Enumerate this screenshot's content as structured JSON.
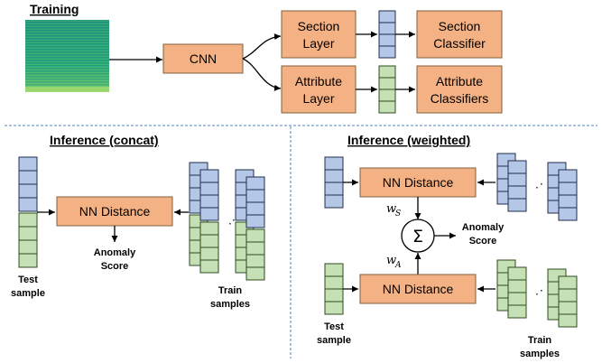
{
  "colors": {
    "box_fill": "#f4b183",
    "blue_vector": "#b4c7e7",
    "green_vector": "#c5e0b4",
    "divider": "#4f81bd",
    "spectrogram": "#1e9a7a"
  },
  "training": {
    "title": "Training",
    "cnn": "CNN",
    "section_layer": [
      "Section",
      "Layer"
    ],
    "section_classifier": [
      "Section",
      "Classifier"
    ],
    "attribute_layer": [
      "Attribute",
      "Layer"
    ],
    "attribute_classifiers": [
      "Attribute",
      "Classifiers"
    ]
  },
  "inference_concat": {
    "title": "Inference (concat)",
    "nn_distance": "NN Distance",
    "anomaly_score": [
      "Anomaly",
      "Score"
    ],
    "test_sample": [
      "Test",
      "sample"
    ],
    "train_samples": [
      "Train",
      "samples"
    ]
  },
  "inference_weighted": {
    "title": "Inference (weighted)",
    "nn_distance_top": "NN Distance",
    "nn_distance_bottom": "NN Distance",
    "weight_s": "w",
    "weight_s_sub": "S",
    "weight_a": "w",
    "weight_a_sub": "A",
    "sum_symbol": "Σ",
    "anomaly_score": [
      "Anomaly",
      "Score"
    ],
    "test_sample": [
      "Test",
      "sample"
    ],
    "train_samples": [
      "Train",
      "samples"
    ]
  }
}
